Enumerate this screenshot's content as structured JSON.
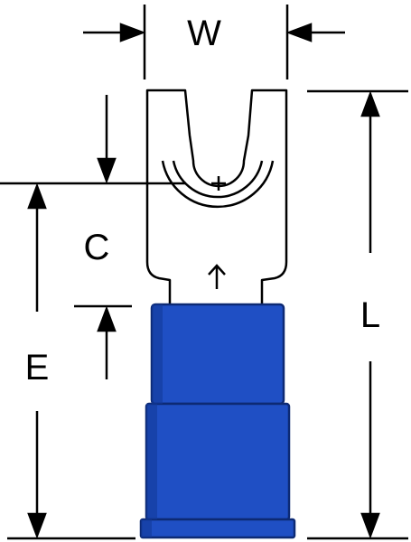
{
  "labels": {
    "w": "W",
    "c": "C",
    "l": "L",
    "e": "E"
  },
  "colors": {
    "line": "#000000",
    "terminal_fill": "#ffffff",
    "insulation_blue": "#1f4fc4",
    "insulation_dark": "#123a9a",
    "insulation_edge": "#0d2a74"
  },
  "icons": {
    "center_mark": "plus-crosshair-icon",
    "direction_arrow": "up-arrow-icon"
  }
}
